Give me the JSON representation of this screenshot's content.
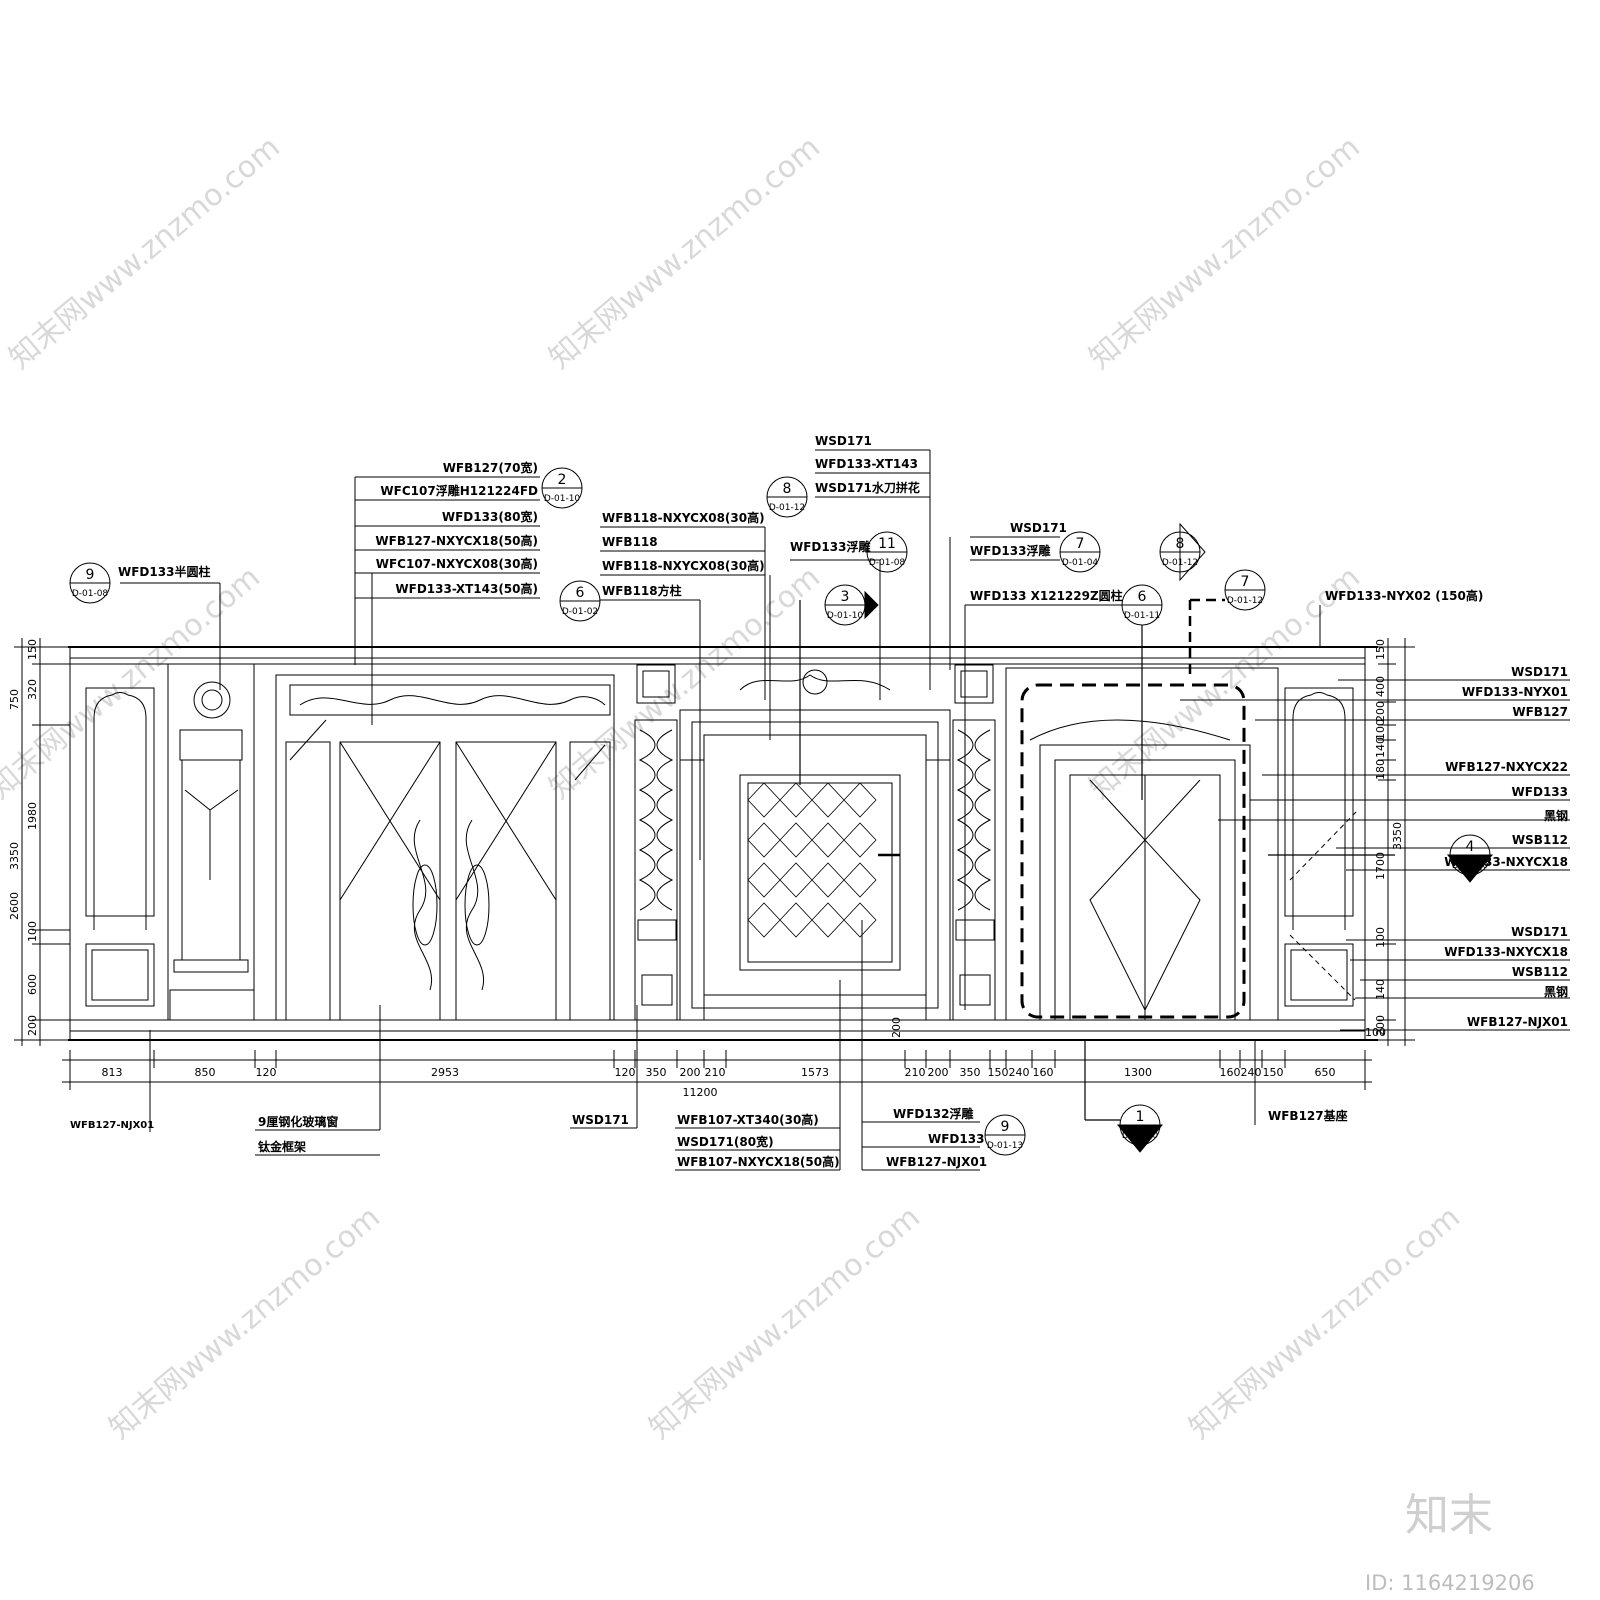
{
  "watermark": {
    "text": "知末网www.znzmo.com",
    "brand": "知末",
    "id": "ID: 1164219206"
  },
  "overall_dims": {
    "total_width": "11200",
    "total_height_left": "3350",
    "total_height_right": "3350"
  },
  "bottom_dims": [
    "813",
    "850",
    "120",
    "2953",
    "120",
    "350",
    "200",
    "210",
    "1573",
    "210",
    "200",
    "350",
    "150",
    "240",
    "160",
    "1300",
    "160",
    "240",
    "150",
    "650"
  ],
  "bottom_dim_extra": {
    "left_small": "200",
    "right_small": "100"
  },
  "left_dims": [
    "150",
    "320",
    "750",
    "1980",
    "2600",
    "100",
    "600",
    "200"
  ],
  "right_dims": [
    "150",
    "400",
    "200",
    "100",
    "140",
    "180",
    "1700",
    "100",
    "140",
    "200"
  ],
  "top_labels": {
    "l1": "WFD133半圆柱",
    "l2": "WFB127(70宽)",
    "l3": "WFC107浮雕H121224FD",
    "l4": "WFD133(80宽)",
    "l5": "WFB127-NXYCX18(50高)",
    "l6": "WFC107-NXYCX08(30高)",
    "l7": "WFD133-XT143(50高)",
    "l8": "WFB118-NXYCX08(30高)",
    "l9": "WFB118",
    "l10": "WFB118-NXYCX08(30高)",
    "l11": "WFB118方柱",
    "l12": "WSD171",
    "l13": "WFD133-XT143",
    "l14": "WSD171水刀拼花",
    "l15": "WFD133浮雕",
    "l16": "WSD171",
    "l17": "WFD133浮雕",
    "l18": "WFD133 X121229Z圆柱",
    "l19": "WFD133-NYX02 (150高)"
  },
  "right_labels": [
    "WSD171",
    "WFD133-NYX01",
    "WFB127",
    "WFB127-NXYCX22",
    "WFD133",
    "黑钢",
    "WSB112",
    "WFD133-NXYCX18",
    "WSD171",
    "WFD133-NXYCX18",
    "WSB112",
    "黑钢",
    "WFB127-NJX01"
  ],
  "bottom_labels": {
    "b1": "WFB127-NJX01",
    "b2": "9厘钢化玻璃窗",
    "b3": "钛金框架",
    "b4": "WSD171",
    "b5": "WFB107-XT340(30高)",
    "b6": "WSD171(80宽)",
    "b7": "WFB107-NXYCX18(50高)",
    "b8": "WFD132浮雕",
    "b9": "WFD133",
    "b10": "WFB127-NJX01",
    "b11": "WFB127基座"
  },
  "callouts": [
    {
      "num": "9",
      "ref": "D-01-08"
    },
    {
      "num": "2",
      "ref": "D-01-10"
    },
    {
      "num": "6",
      "ref": "D-01-02"
    },
    {
      "num": "8",
      "ref": "D-01-12"
    },
    {
      "num": "11",
      "ref": "D-01-08"
    },
    {
      "num": "3",
      "ref": "D-01-10"
    },
    {
      "num": "7",
      "ref": "D-01-04"
    },
    {
      "num": "6",
      "ref": "D-01-11"
    },
    {
      "num": "8",
      "ref": "D-01-12"
    },
    {
      "num": "7",
      "ref": "D-01-12"
    },
    {
      "num": "4",
      "ref": "D-01-10"
    },
    {
      "num": "9",
      "ref": "D-01-13"
    },
    {
      "num": "1",
      "ref": "D-01-10"
    }
  ]
}
